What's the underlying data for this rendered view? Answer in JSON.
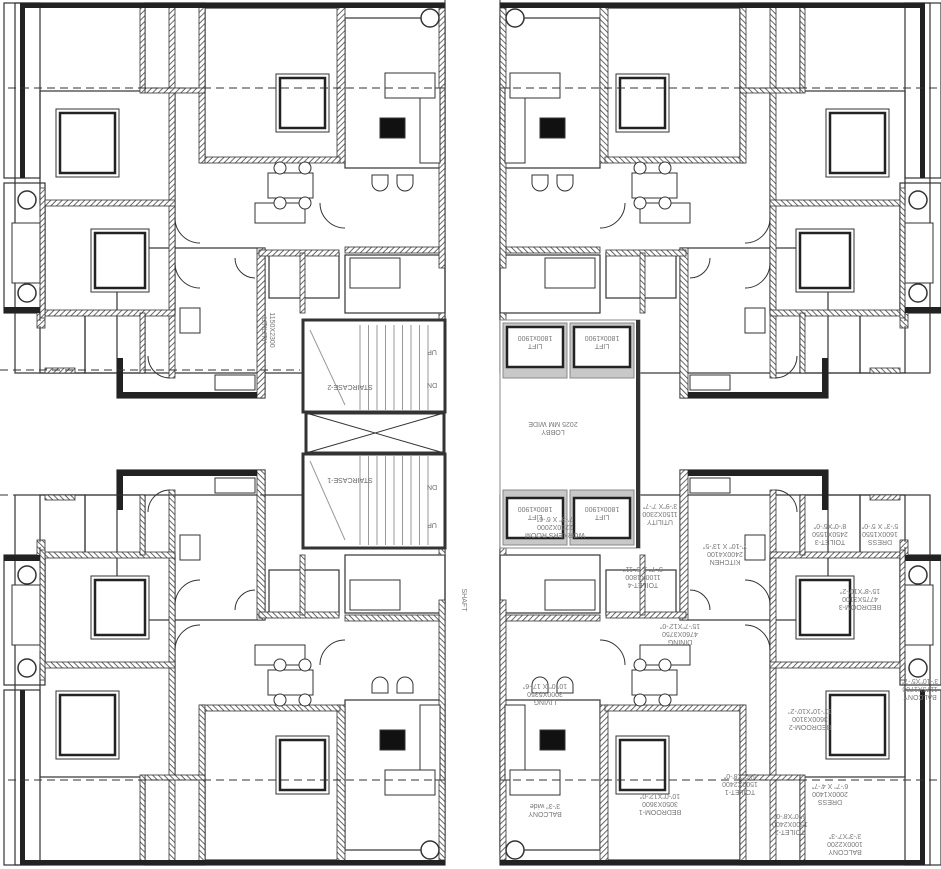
{
  "core": {
    "lifts": [
      {
        "name": "LIFT",
        "size": "1800x1900"
      },
      {
        "name": "LIFT",
        "size": "1800x1900"
      },
      {
        "name": "LIFT",
        "size": "1800x1900"
      },
      {
        "name": "LIFT",
        "size": "1800x1900"
      }
    ],
    "lobby": {
      "name": "LOBBY",
      "size": "2025 MM WIDE"
    },
    "staircase_1": "STAIRCASE-1",
    "staircase_2": "STAIRCASE-2",
    "up": "UP",
    "dn": "DN",
    "shaft": "SHAFT"
  },
  "rooms": {
    "workers_room": {
      "name": "WORKERS ROOM",
      "size": "2250X2000",
      "imperial": "7'-3\" X 6'-6\""
    },
    "utility": {
      "name": "UTILITY",
      "size": "1150X2300",
      "imperial": "3'-9\"X 7'-7\""
    },
    "utility_left": {
      "name": "UTILITY",
      "size": "1150X2300"
    },
    "toilet_4": {
      "name": "TOILET-4",
      "size": "1100X1800",
      "imperial": "3'-7\" X 5'-11\""
    },
    "kitchen": {
      "name": "KITCHEN",
      "size": "2400X4100",
      "imperial": "7'-10\" X 13'-5\""
    },
    "dining": {
      "name": "DINING",
      "size": "4760X3750",
      "imperial": "15'-7\"X12'-0\""
    },
    "living": {
      "name": "LIVING",
      "size": "3000X5350",
      "imperial": "10'-0\" X 17'-6\""
    },
    "balcony_1": {
      "name": "BALCONY",
      "size": "3'-3\" wide"
    },
    "bedroom_1": {
      "name": "BEDROOM-1",
      "size": "3050X3600",
      "imperial": "10'-0\"X12'-0\""
    },
    "toilet_1": {
      "name": "TOILET-1",
      "size": "1500X2400",
      "imperial": "5'-0\"X8'-0\""
    },
    "toilet_2": {
      "name": "TOILET-2",
      "size": "1500X2400",
      "imperial": "5'-0\"X8'-0\""
    },
    "dress_1": {
      "name": "DRESS",
      "size": "2000X1400",
      "imperial": "6'-7\" X 4'-7\""
    },
    "balcony_2": {
      "name": "BALCONY",
      "size": "1000X2200",
      "imperial": "3'-3\"X7'-3\""
    },
    "bedroom_2": {
      "name": "BEDROOM-2",
      "size": "3600X3100",
      "imperial": "11'-10\"X10'-2\""
    },
    "balcony_3": {
      "name": "BALCONY",
      "size": "1175X1700",
      "imperial": "3'-10\"X5'-7\""
    },
    "bedroom_3": {
      "name": "BEDROOM-3",
      "size": "4775X3100",
      "imperial": "15'-8\"X10'-2\""
    },
    "toilet_3": {
      "name": "TOILET-3",
      "size": "2450X1550",
      "imperial": "8'-0\"X5'-0\""
    },
    "dress_2": {
      "name": "DRESS",
      "size": "1600X1550",
      "imperial": "5'-3\" X 5'-0\""
    }
  },
  "colors": {
    "wall": "#333333",
    "core_fill": "#c8c8c8",
    "stair_line": "#999999",
    "text": "#777777"
  }
}
